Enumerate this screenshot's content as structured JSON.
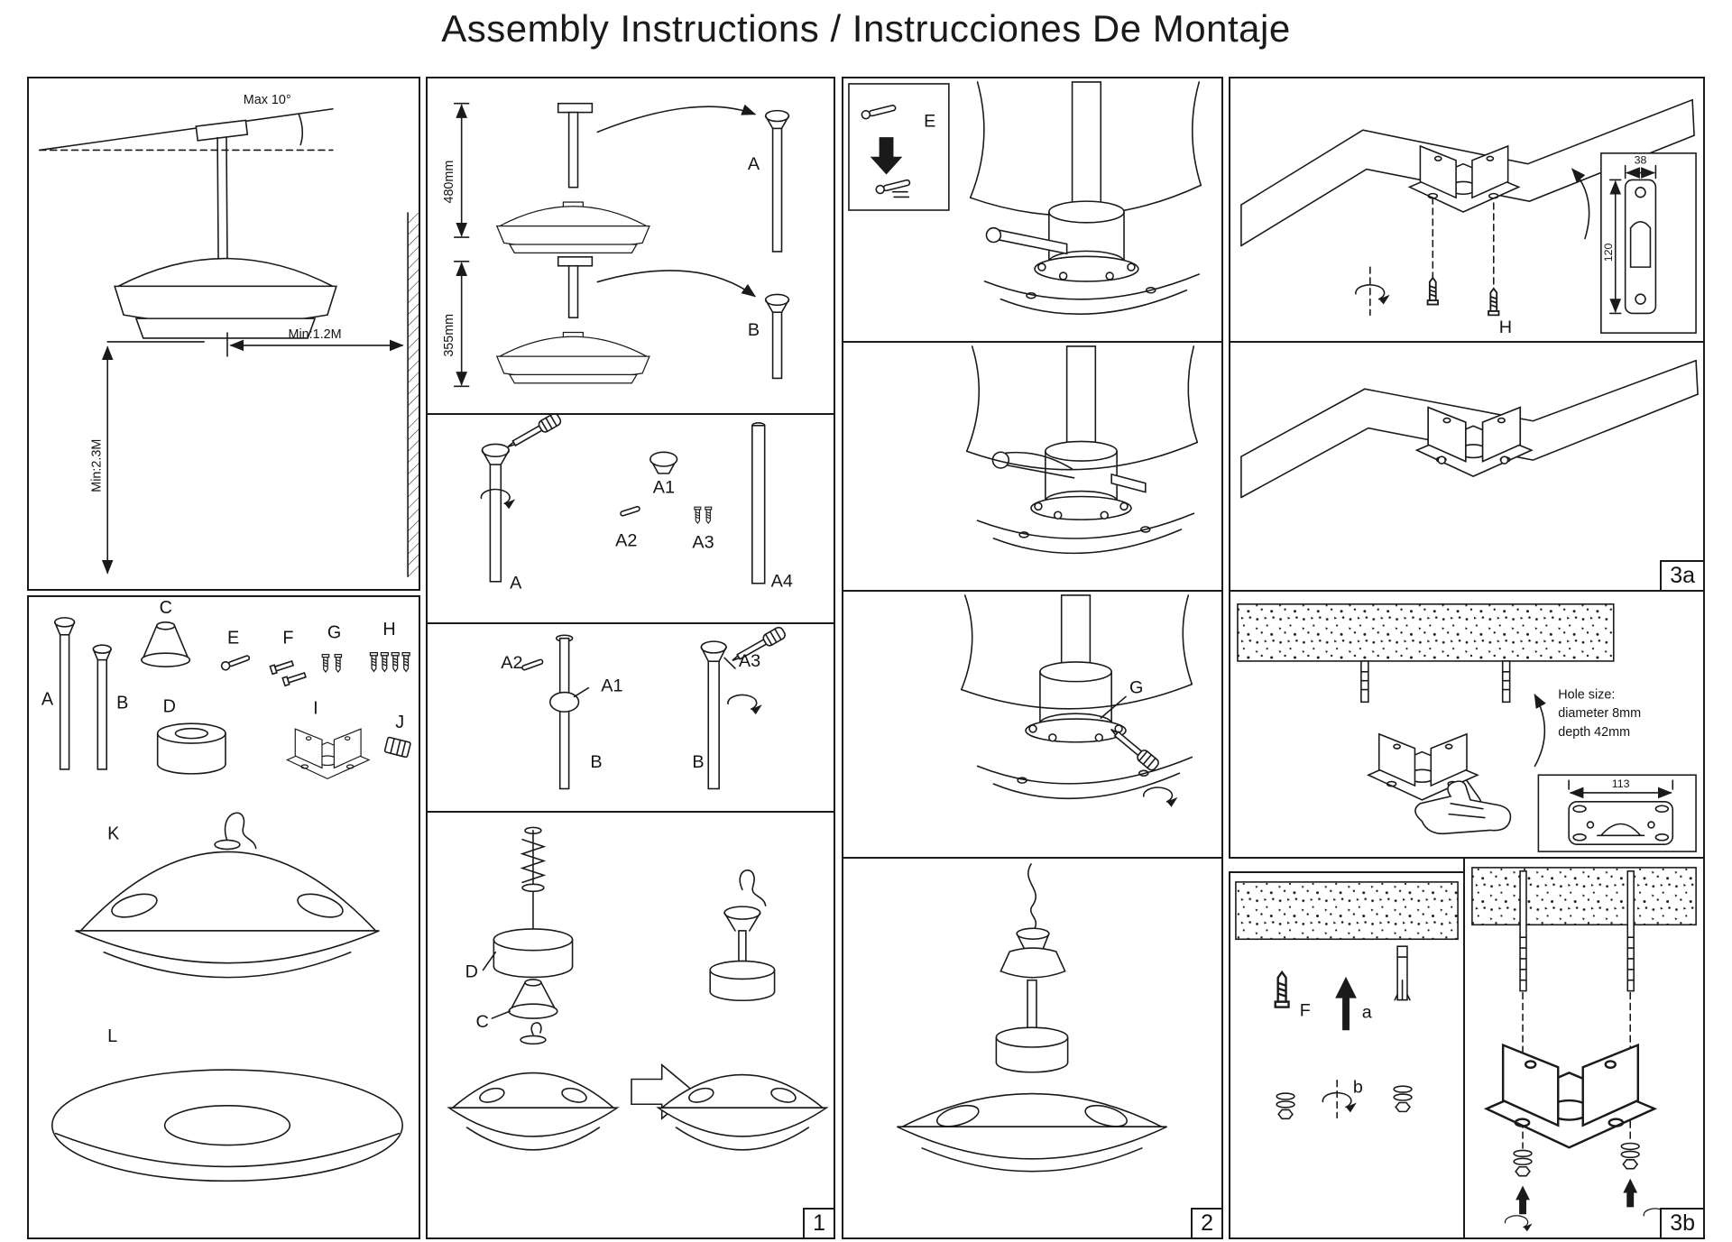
{
  "title": "Assembly Instructions / Instrucciones De Montaje",
  "clearance": {
    "max_angle": "Max 10°",
    "min_wall": "Min:1.2M",
    "min_height": "Min:2.3M"
  },
  "parts": {
    "a": "A",
    "b": "B",
    "c": "C",
    "d": "D",
    "e": "E",
    "f": "F",
    "g": "G",
    "h": "H",
    "i": "I",
    "j": "J",
    "k": "K",
    "l": "L"
  },
  "heights": {
    "long": "480mm",
    "short": "355mm",
    "rod_long": "A",
    "rod_short": "B"
  },
  "rod_parts": {
    "a": "A",
    "a1": "A1",
    "a2": "A2",
    "a3": "A3",
    "a4": "A4"
  },
  "rod_assembly": {
    "a2": "A2",
    "a1": "A1",
    "b_left": "B",
    "a3": "A3",
    "b_right": "B"
  },
  "step1": {
    "d": "D",
    "c": "C",
    "num": "1"
  },
  "pin_panel": {
    "e": "E"
  },
  "screw_panel": {
    "g": "G"
  },
  "step2": {
    "num": "2"
  },
  "bracket_panel": {
    "h": "H",
    "width": "38",
    "height": "120"
  },
  "step3a": {
    "num": "3a"
  },
  "hole_panel": {
    "line1": "Hole size:",
    "line2": "diameter 8mm",
    "line3": "depth 42mm",
    "width": "113"
  },
  "anchor_panel": {
    "f": "F",
    "a": "a",
    "b": "b"
  },
  "step3b": {
    "num": "3b"
  }
}
